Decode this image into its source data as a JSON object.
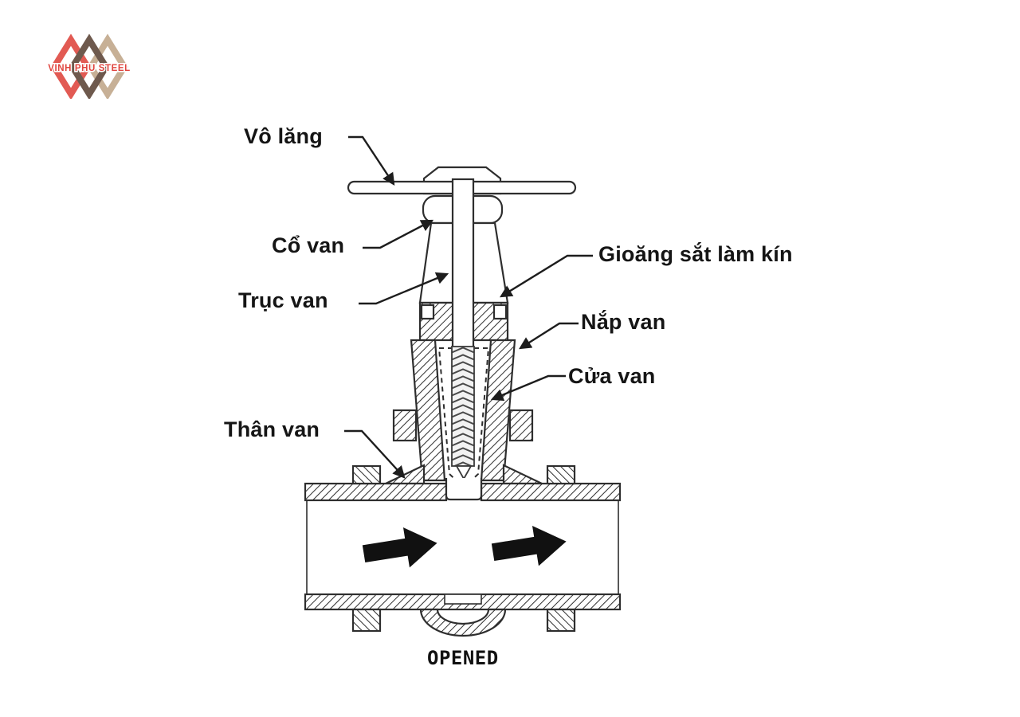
{
  "logo": {
    "brand": "VINH PHU STEEL",
    "text_color": "#e0453f",
    "diamond_colors": {
      "red": "#e25a53",
      "brown": "#6e594d",
      "tan": "#c7b096"
    }
  },
  "diagram": {
    "line_color": "#2e2e2e",
    "state_caption": "OPENED",
    "labels": [
      {
        "id": "handwheel",
        "text": "Vô lăng"
      },
      {
        "id": "neck",
        "text": "Cổ van"
      },
      {
        "id": "stem",
        "text": "Trục van"
      },
      {
        "id": "gasket",
        "text": "Gioăng sắt làm kín"
      },
      {
        "id": "bonnet",
        "text": "Nắp van"
      },
      {
        "id": "gate",
        "text": "Cửa van"
      },
      {
        "id": "body",
        "text": "Thân van"
      }
    ]
  }
}
